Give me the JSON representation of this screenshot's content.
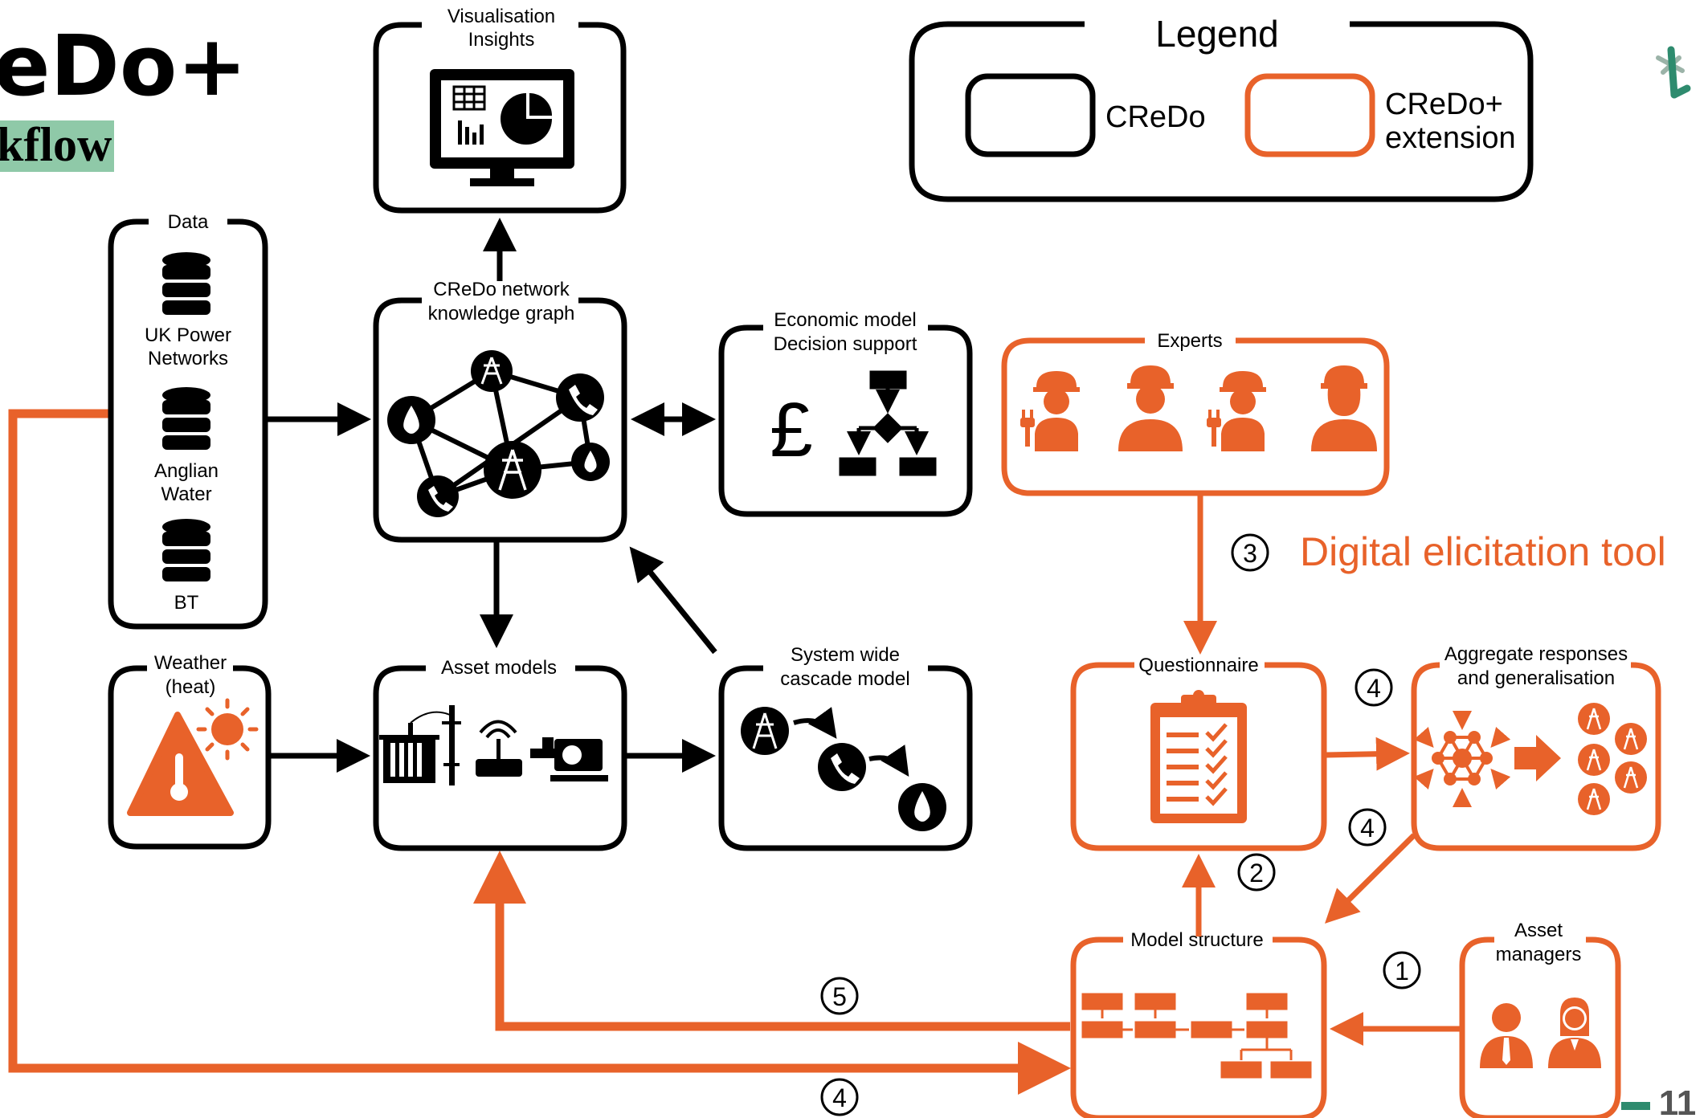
{
  "header": {
    "title": "eDo+",
    "subtitle": "kflow"
  },
  "legend": {
    "title": "Legend",
    "credo": "CReDo",
    "credo_plus_line1": "CReDo+",
    "credo_plus_line2": "extension"
  },
  "nodes": {
    "visualisation": {
      "line1": "Visualisation",
      "line2": "Insights"
    },
    "data": {
      "label": "Data",
      "item1_line1": "UK Power",
      "item1_line2": "Networks",
      "item2_line1": "Anglian",
      "item2_line2": "Water",
      "item3": "BT"
    },
    "knowledge_graph": {
      "line1": "CReDo network",
      "line2": "knowledge graph"
    },
    "economic": {
      "line1": "Economic model",
      "line2": "Decision support",
      "currency": "£"
    },
    "experts": {
      "label": "Experts"
    },
    "weather": {
      "line1": "Weather",
      "line2": "(heat)"
    },
    "asset_models": {
      "label": "Asset models"
    },
    "cascade": {
      "line1": "System wide",
      "line2": "cascade model"
    },
    "questionnaire": {
      "label": "Questionnaire"
    },
    "aggregate": {
      "line1": "Aggregate responses",
      "line2": "and generalisation"
    },
    "model_structure": {
      "label": "Model structure"
    },
    "asset_managers": {
      "line1": "Asset",
      "line2": "managers"
    }
  },
  "annotations": {
    "tool": "Digital elicitation tool"
  },
  "steps": {
    "s1": "1",
    "s2": "2",
    "s3": "3",
    "s4a": "4",
    "s4b": "4",
    "s4c": "4",
    "s5": "5"
  },
  "footer": {
    "page_number": "11"
  },
  "colors": {
    "credo": "#000000",
    "credo_plus": "#E8622A",
    "title_band": "#8FC9A8",
    "logo": "#2E8B6E"
  }
}
